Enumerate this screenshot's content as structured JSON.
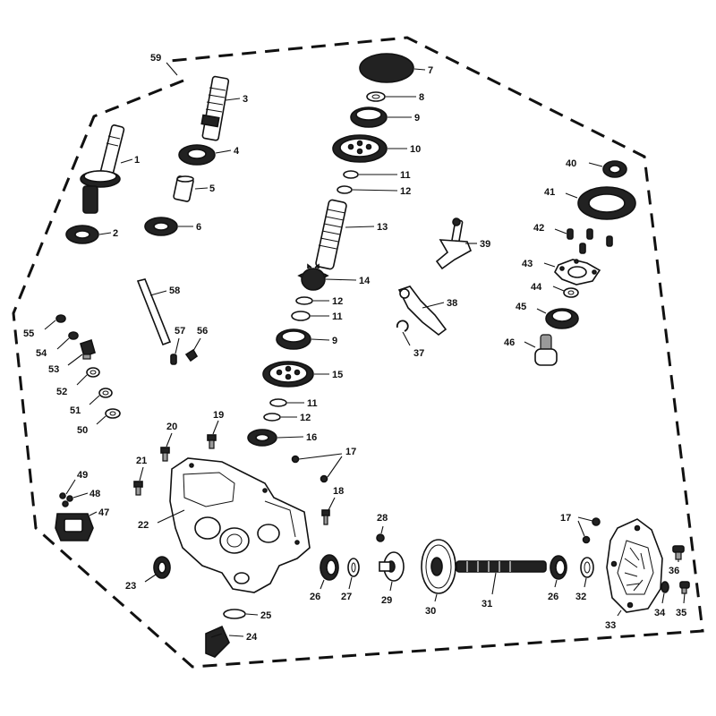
{
  "diagram": {
    "assembly_label": "59",
    "callouts": {
      "c1": "1",
      "c2": "2",
      "c3": "3",
      "c4": "4",
      "c5": "5",
      "c6": "6",
      "c7": "7",
      "c8": "8",
      "c9a": "9",
      "c9b": "9",
      "c10": "10",
      "c11a": "11",
      "c11b": "11",
      "c11c": "11",
      "c12a": "12",
      "c12b": "12",
      "c12c": "12",
      "c13": "13",
      "c14": "14",
      "c15": "15",
      "c16": "16",
      "c17a": "17",
      "c17b": "17",
      "c18": "18",
      "c19": "19",
      "c20": "20",
      "c21": "21",
      "c22": "22",
      "c23": "23",
      "c24": "24",
      "c25": "25",
      "c26a": "26",
      "c26b": "26",
      "c27": "27",
      "c28": "28",
      "c29": "29",
      "c30": "30",
      "c31": "31",
      "c32": "32",
      "c33": "33",
      "c34": "34",
      "c35": "35",
      "c36": "36",
      "c37": "37",
      "c38": "38",
      "c39": "39",
      "c40": "40",
      "c41": "41",
      "c42": "42",
      "c43": "43",
      "c44": "44",
      "c45": "45",
      "c46": "46",
      "c47": "47",
      "c48": "48",
      "c49": "49",
      "c50": "50",
      "c51": "51",
      "c52": "52",
      "c53": "53",
      "c54": "54",
      "c55": "55",
      "c56": "56",
      "c57": "57",
      "c58": "58"
    }
  }
}
